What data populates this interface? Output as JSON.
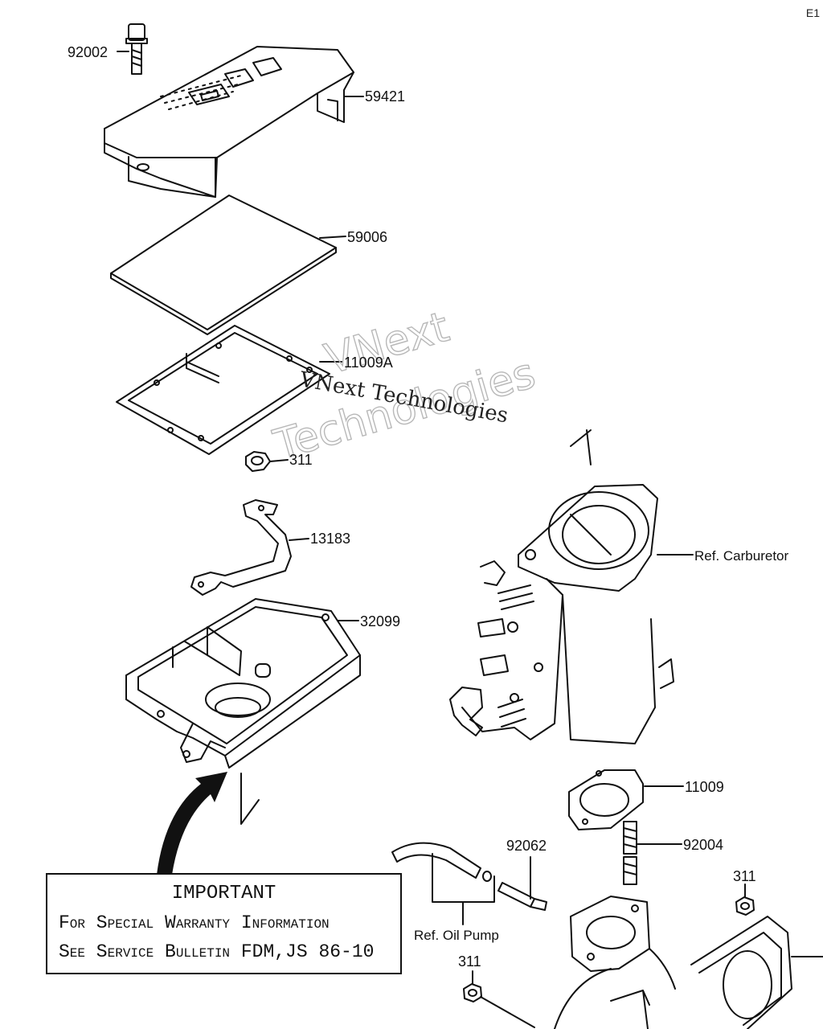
{
  "corner_code": "E1",
  "watermark": {
    "line1": "VNext",
    "line2": "Technologies",
    "line3": "VNext Technologies"
  },
  "parts": {
    "p92002": "92002",
    "p59421": "59421",
    "p59006": "59006",
    "p11009A": "11009A",
    "p311a": "311",
    "p13183": "13183",
    "p32099": "32099",
    "p11009": "11009",
    "p92004": "92004",
    "p92062": "92062",
    "p311b": "311",
    "p311c": "311"
  },
  "refs": {
    "carburetor": "Ref. Carburetor",
    "oil_pump": "Ref. Oil Pump"
  },
  "notice": {
    "heading": "IMPORTANT",
    "line1": "For Special Warranty Information",
    "line2": "See Service Bulletin FDM,JS 86-10"
  },
  "colors": {
    "ink": "#111111",
    "watermark": "#b8b8b8",
    "paper": "#ffffff"
  }
}
